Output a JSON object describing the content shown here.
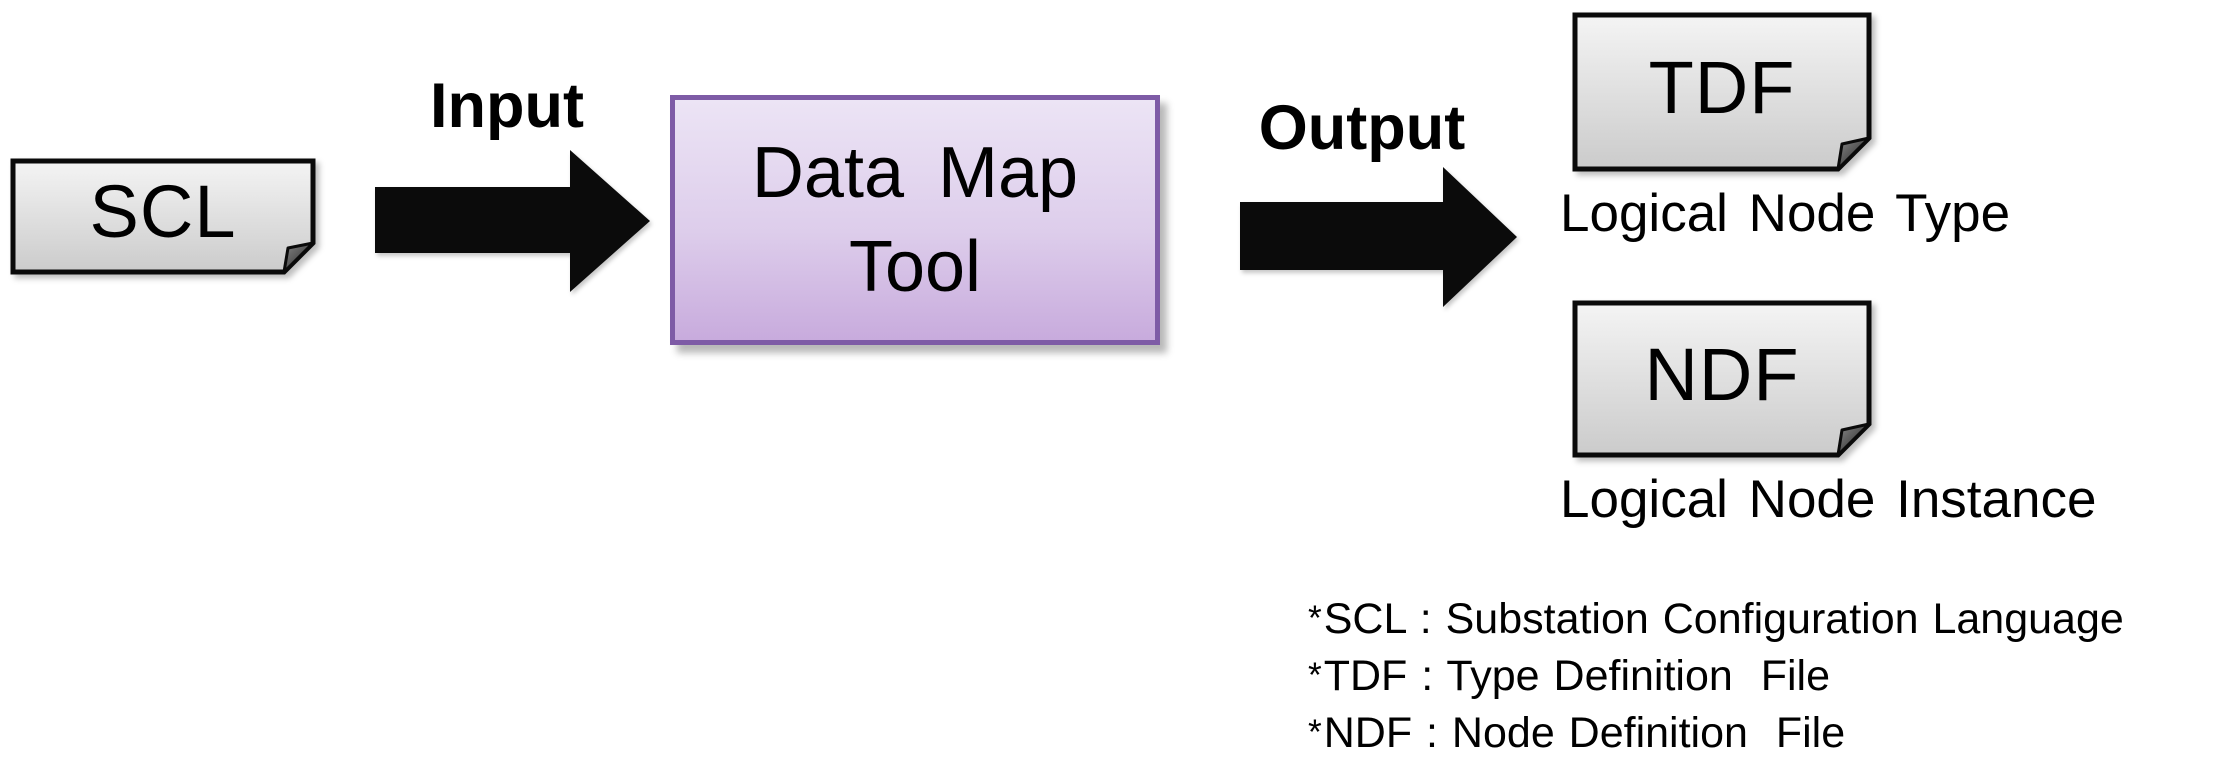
{
  "nodes": {
    "scl": {
      "label": "SCL",
      "shape": "folded-document"
    },
    "tool": {
      "label": "Data Map Tool",
      "label_lines": [
        "Data Map",
        "Tool"
      ]
    },
    "tdf": {
      "label": "TDF",
      "caption": "Logical Node Type",
      "shape": "folded-document"
    },
    "ndf": {
      "label": "NDF",
      "caption": "Logical Node Instance",
      "shape": "folded-document"
    }
  },
  "arrows": {
    "input": {
      "label": "Input",
      "direction": "right"
    },
    "output": {
      "label": "Output",
      "direction": "right"
    }
  },
  "footnotes": [
    {
      "marker": "*",
      "text": "SCL : Substation Configuration Language"
    },
    {
      "marker": "*",
      "text": "TDF : Type Definition  File"
    },
    {
      "marker": "*",
      "text": "NDF : Node Definition  File"
    }
  ],
  "colors": {
    "background": "#ffffff",
    "text": "#000000",
    "arrow_fill": "#0b0b0b",
    "note_border": "#0a0a0a",
    "note_fill_top": "#f4f4f4",
    "note_fill_bottom": "#cbcbcb",
    "tool_border": "#7e5ba6",
    "tool_fill_top": "#ece4f5",
    "tool_fill_bottom": "#c8abdd"
  }
}
